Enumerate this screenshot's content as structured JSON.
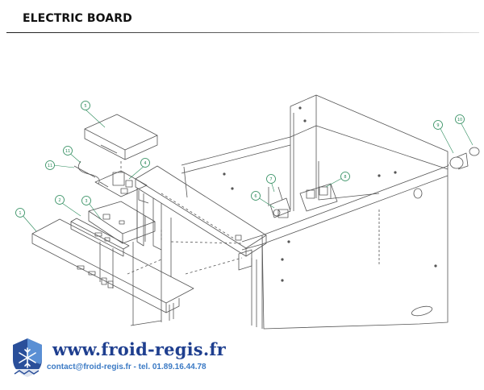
{
  "header": {
    "title": "ELECTRIC BOARD"
  },
  "callouts": [
    "1",
    "2",
    "3",
    "4",
    "5",
    "6",
    "7",
    "8",
    "9",
    "10",
    "11",
    "11"
  ],
  "footer": {
    "website": "www.froid-regis.fr",
    "contact": "contact@froid-regis.fr - tel. 01.89.16.44.78",
    "logo_icon": "snowflake-logo-icon"
  },
  "colors": {
    "callout": "#2a8a5a",
    "website": "#1f3f8f",
    "contact": "#3a79c4",
    "line": "#555555"
  }
}
